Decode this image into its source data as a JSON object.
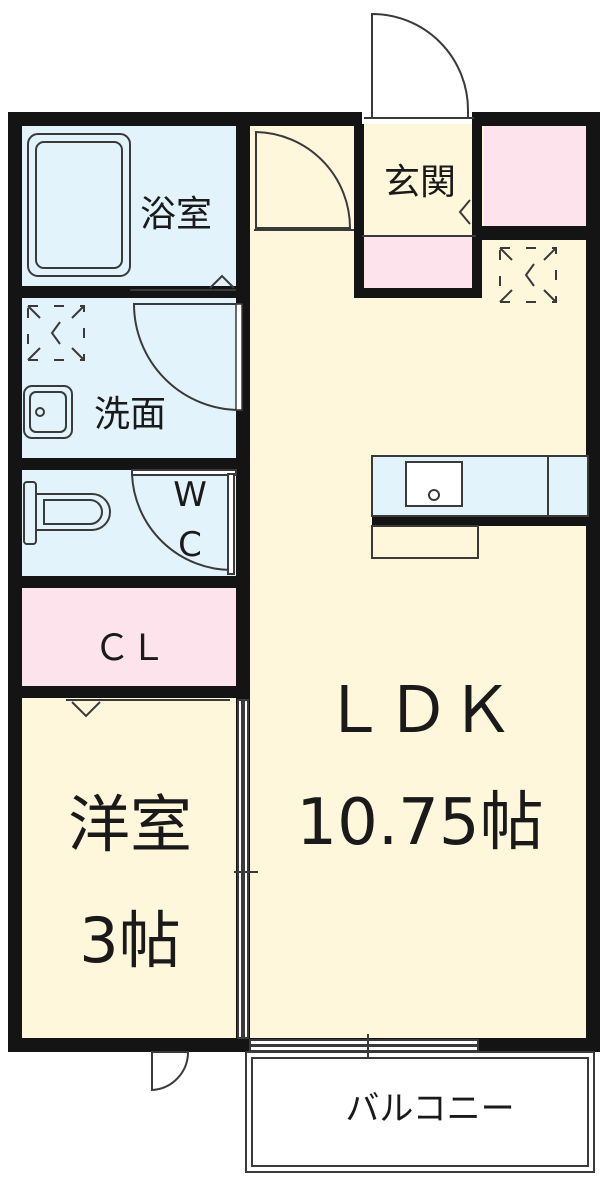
{
  "rooms": {
    "bath": "浴室",
    "entrance": "玄関",
    "washroom": "洗面",
    "wc_1": "W",
    "wc_2": "C",
    "closet": "ＣＬ",
    "ldk_name": "ＬＤＫ",
    "ldk_size": "10.75帖",
    "western_name": "洋室",
    "western_size": "3帖",
    "balcony": "バルコニー"
  },
  "colors": {
    "wall": "#141414",
    "line": "#3a3a3a",
    "cream": "#fff7dc",
    "light_blue": "#e3f3fb",
    "pink": "#fde4ec",
    "white": "#ffffff"
  }
}
